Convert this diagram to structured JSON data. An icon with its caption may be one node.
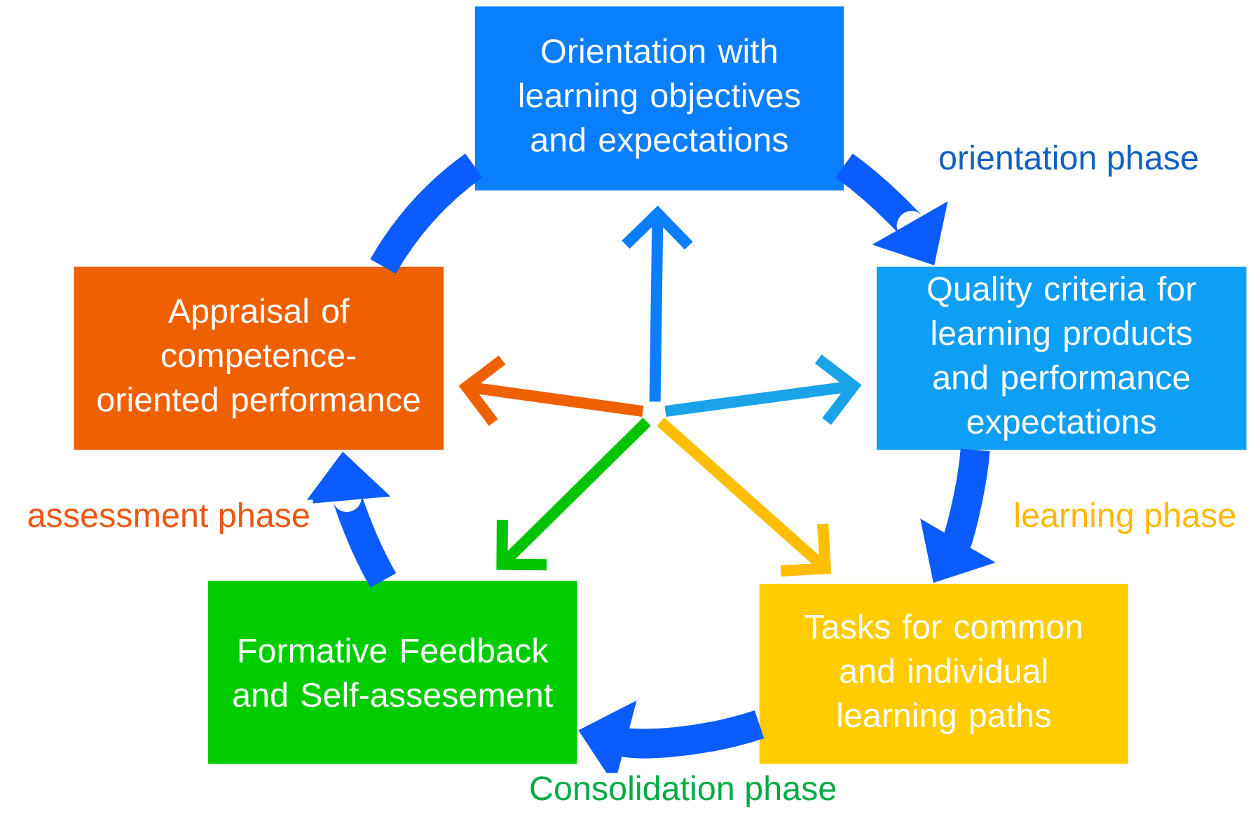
{
  "diagram": {
    "nodes": [
      {
        "text": [
          "Orientation with learning objectives and expectations"
        ]
      },
      {
        "text": [
          "Quality criteria for learning products and performance expectations"
        ]
      },
      {
        "text": [
          "Appraisal of competence-oriented performance"
        ]
      },
      {
        "text": [
          "Formative Feedback and Self-assesement"
        ]
      },
      {
        "text": [
          "Tasks for common and individual learning paths"
        ]
      }
    ],
    "edges": [
      {
        "from": 0,
        "to": 1,
        "arrow": "to",
        "style": "thick",
        "label": "orientation  phase"
      },
      {
        "from": 1,
        "to": 4,
        "arrow": "to",
        "style": "thick",
        "label": "learning phase"
      },
      {
        "from": 4,
        "to": 3,
        "arrow": "to",
        "style": "thick",
        "label": "Consolidation phase"
      },
      {
        "from": 3,
        "to": 2,
        "arrow": "to",
        "style": "thick",
        "label": "assessment phase"
      },
      {
        "from": 2,
        "to": 0,
        "arrow": "none",
        "style": "thick"
      },
      {
        "from": null,
        "to": 0,
        "arrow": "to",
        "color": "#0a7ffe"
      },
      {
        "from": null,
        "to": 1,
        "arrow": "to",
        "color": "#1aa3e8"
      },
      {
        "from": null,
        "to": 2,
        "arrow": "to",
        "color": "#ee6000"
      },
      {
        "from": null,
        "to": 3,
        "arrow": "to",
        "color": "#00c400"
      },
      {
        "from": null,
        "to": 4,
        "arrow": "to",
        "color": "#ffbf00"
      }
    ]
  }
}
